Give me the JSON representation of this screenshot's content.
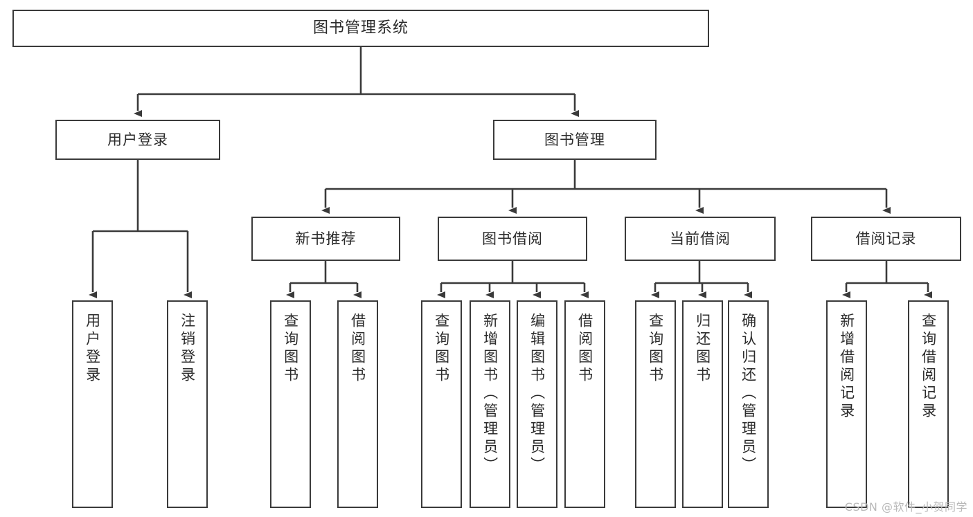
{
  "diagram": {
    "title": "图书管理系统",
    "type": "tree-hierarchy-diagram",
    "watermark": "CSDN @软件_小贺同学",
    "stroke_color": "#3a3a3a",
    "fill_color": "#ffffff",
    "text_color": "#2b2b2b",
    "nodes": {
      "root": {
        "label": "图书管理系统"
      },
      "level1": [
        {
          "id": "user-login",
          "label": "用户登录"
        },
        {
          "id": "book-management",
          "label": "图书管理"
        }
      ],
      "level2": [
        {
          "id": "new-book-recommend",
          "label": "新书推荐"
        },
        {
          "id": "book-borrow",
          "label": "图书借阅"
        },
        {
          "id": "current-borrow",
          "label": "当前借阅"
        },
        {
          "id": "borrow-record",
          "label": "借阅记录"
        }
      ],
      "leaves": {
        "user_login": [
          {
            "id": "leaf-user-login",
            "label": "用户登录"
          },
          {
            "id": "leaf-logout-login",
            "label": "注销登录"
          }
        ],
        "new_book_recommend": [
          {
            "id": "leaf-query-book-1",
            "label": "查询图书"
          },
          {
            "id": "leaf-borrow-book-1",
            "label": "借阅图书"
          }
        ],
        "book_borrow": [
          {
            "id": "leaf-query-book-2",
            "label": "查询图书"
          },
          {
            "id": "leaf-add-book",
            "label": "新增图书（管理员）"
          },
          {
            "id": "leaf-edit-book",
            "label": "编辑图书（管理员）"
          },
          {
            "id": "leaf-borrow-book-2",
            "label": "借阅图书"
          }
        ],
        "current_borrow": [
          {
            "id": "leaf-query-book-3",
            "label": "查询图书"
          },
          {
            "id": "leaf-return-book",
            "label": "归还图书"
          },
          {
            "id": "leaf-confirm-return",
            "label": "确认归还（管理员）"
          }
        ],
        "borrow_record": [
          {
            "id": "leaf-add-record",
            "label": "新增借阅记录"
          },
          {
            "id": "leaf-query-record",
            "label": "查询借阅记录"
          }
        ]
      }
    }
  }
}
